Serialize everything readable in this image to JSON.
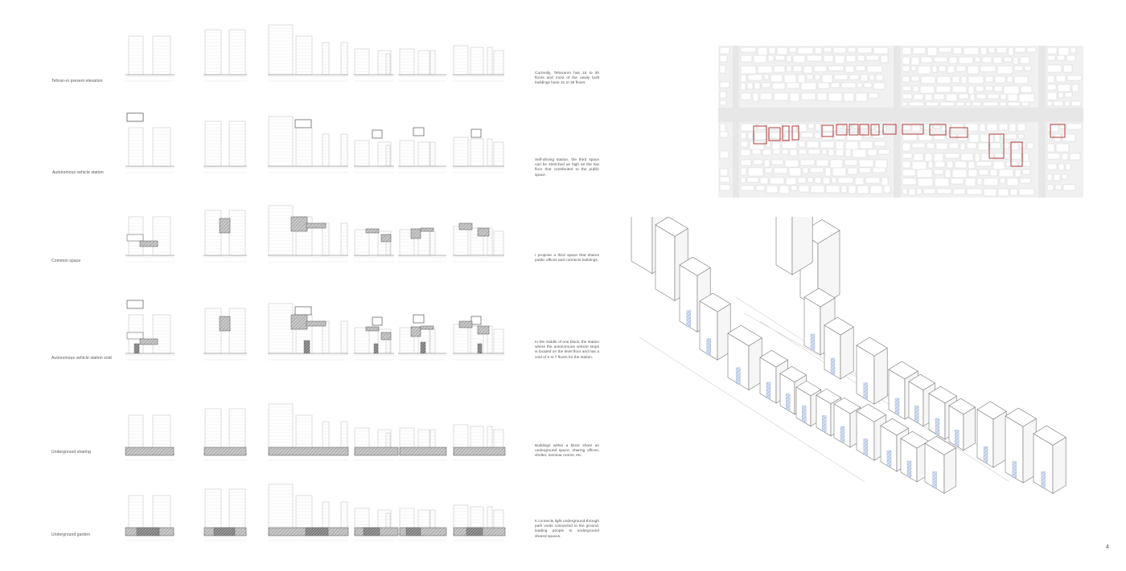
{
  "page": {
    "number": "4",
    "rows": [
      {
        "label": "Tehran-ro present elevation",
        "description": "Currently, Teheranro has 15 to 30 floors and most of the newly built buildings have 31 to 35 floors."
      },
      {
        "label": "Autonomous vehicle station",
        "description": "Self-driving station, the third space can be stretched as high as the low floor that contributed to the public space."
      },
      {
        "label": "Common space",
        "description": "I propose a third space that shares public offices and connects buildings."
      },
      {
        "label": "Autonomous vehicle station void",
        "description": "In the middle of one block, the station where the autonomous vehicle stops is located on the level floor and has a void of 5 to 7 floors for the station."
      },
      {
        "label": "Underground sharing",
        "description": "Buildings within a block share an underground space, sharing offices, shelter, seminar rooms, etc."
      },
      {
        "label": "Underground garden",
        "description": "It connects light underground through park voids connected to the ground, leading people to underground shared spaces."
      }
    ]
  },
  "colors": {
    "line": "#b9b9b9",
    "faint": "#dedede",
    "ground": "#9a9a9a",
    "box": "#6a6a6a",
    "hatch": "#8d8d8d",
    "dark_hatch": "#5a5a5a",
    "highlight": "#b33a3a",
    "map_bg": "#f1f1f1",
    "map_block": "#e3e3e3",
    "accent_blue": "#8ea6cf"
  }
}
